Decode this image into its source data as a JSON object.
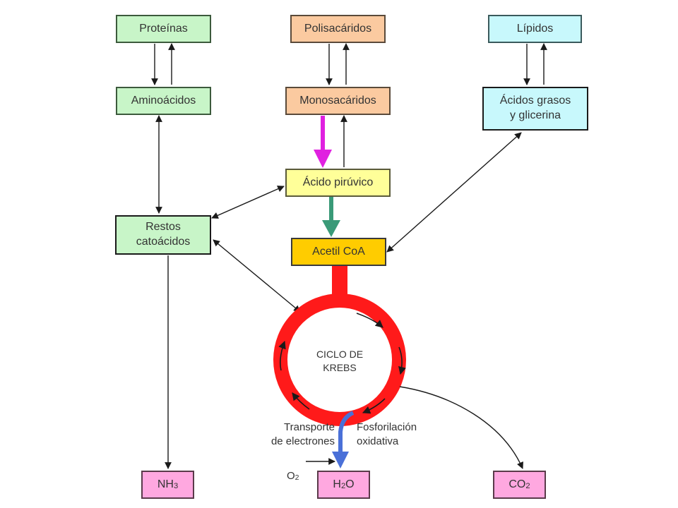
{
  "boxes": {
    "proteinas": "Proteínas",
    "polisacaridos": "Polisacáridos",
    "lipidos": "Lípidos",
    "aminoacidos": "Aminoácidos",
    "monosacaridos": "Monosacáridos",
    "acidos_grasos": "Ácidos grasos\ny glicerina",
    "acido_piruvico": "Ácido pirúvico",
    "restos": "Restos\ncatoácidos",
    "acetil_coa": "Acetil CoA",
    "nh3": {
      "main": "NH",
      "sub": "3"
    },
    "h2o": {
      "main": "H",
      "sub": "2",
      "rest": "O"
    },
    "co2": {
      "main": "CO",
      "sub": "2"
    }
  },
  "cycle_label": "CICLO DE\nKREBS",
  "labels": {
    "transporte": "Transporte\nde electrones",
    "fosforilacion": "Fosforilación\noxidativa",
    "o2": {
      "main": "O",
      "sub": "2"
    }
  },
  "colors": {
    "green_box": "#c8f5c8",
    "orange_box": "#fbcaa0",
    "cyan_box": "#c8f8fc",
    "yellow_box": "#ffff99",
    "acetil_box": "#ffcc00",
    "pink_box": "#ffa8e0",
    "cycle_red": "#ff1a1a",
    "magenta_arrow": "#e020e0",
    "teal_arrow": "#3a9a78",
    "blue_arrow": "#4a70d8"
  }
}
